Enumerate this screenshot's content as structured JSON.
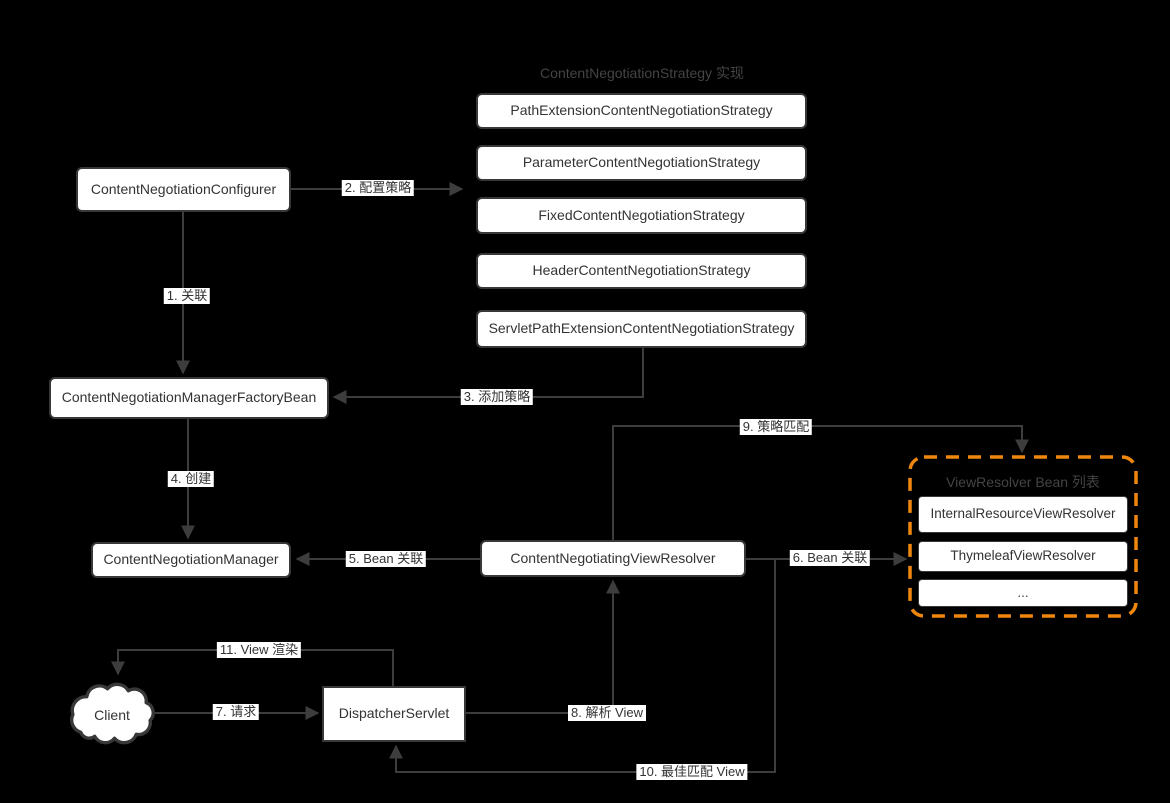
{
  "colors": {
    "background": "#000000",
    "line": "#3d3d3d",
    "border": "#383838",
    "fill": "#ffffff",
    "text": "#333333",
    "heading": "#444444",
    "accent": "#ef870f"
  },
  "headings": {
    "strategies": "ContentNegotiationStrategy 实现",
    "view_resolver_list": "ViewResolver Bean 列表"
  },
  "nodes": {
    "configurer": "ContentNegotiationConfigurer",
    "factory_bean": "ContentNegotiationManagerFactoryBean",
    "manager": "ContentNegotiationManager",
    "negotiating_view_resolver": "ContentNegotiatingViewResolver",
    "dispatcher_servlet": "DispatcherServlet",
    "client": "Client"
  },
  "strategies": [
    "PathExtensionContentNegotiationStrategy",
    "ParameterContentNegotiationStrategy",
    "FixedContentNegotiationStrategy",
    "HeaderContentNegotiationStrategy",
    "ServletPathExtensionContentNegotiationStrategy"
  ],
  "view_resolvers": [
    "InternalResourceViewResolver",
    "ThymeleafViewResolver",
    "..."
  ],
  "edges": {
    "e1": "1. 关联",
    "e2": "2. 配置策略",
    "e3": "3. 添加策略",
    "e4": "4. 创建",
    "e5": "5. Bean 关联",
    "e6": "6. Bean 关联",
    "e7": "7. 请求",
    "e8": "8. 解析 View",
    "e9": "9. 策略匹配",
    "e10": "10. 最佳匹配 View",
    "e11": "11. View 渲染"
  }
}
